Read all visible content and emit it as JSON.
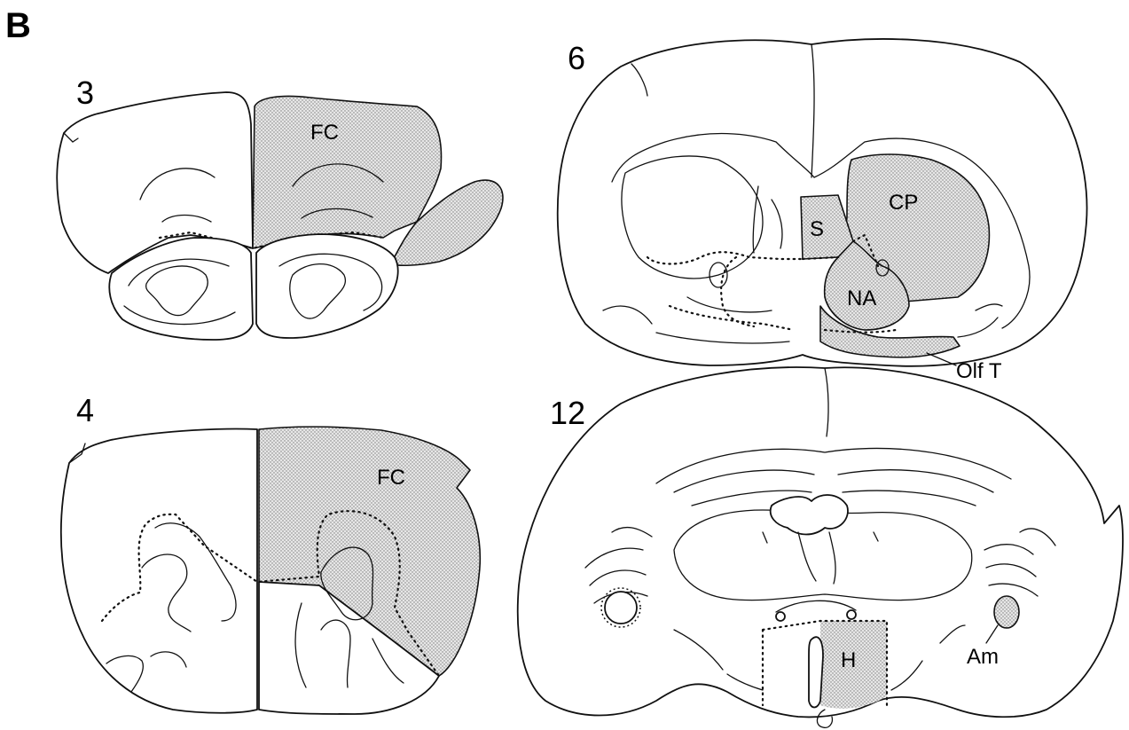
{
  "figure": {
    "panel_letter": "B",
    "colors": {
      "line": "#111111",
      "stipple": "#bdbdbd",
      "background": "#ffffff"
    },
    "sections": [
      {
        "number": "3",
        "labels": [
          "FC"
        ]
      },
      {
        "number": "6",
        "labels": [
          "CP",
          "S",
          "NA",
          "Olf T"
        ]
      },
      {
        "number": "4",
        "labels": [
          "FC"
        ]
      },
      {
        "number": "12",
        "labels": [
          "H",
          "Am"
        ]
      }
    ]
  }
}
